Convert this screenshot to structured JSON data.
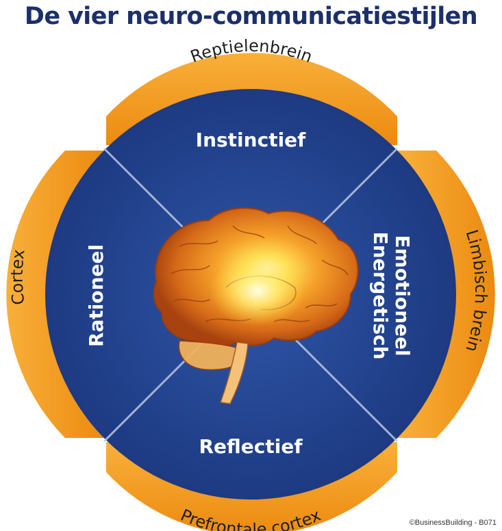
{
  "title": "De vier neuro-communicatiestijlen",
  "copyright": "©BusinessBuilding - B071",
  "colors": {
    "title": "#1b2f6b",
    "disc": "#22418a",
    "orange": "#f39a1c",
    "outer_text": "#1e1e1e"
  },
  "quadrants": {
    "top": "Instinctief",
    "left": "Rationeel",
    "right_line1": "Emotioneel",
    "right_line2": "Energetisch",
    "bottom": "Reflectief"
  },
  "brain_regions": {
    "top": "Reptielenbrein",
    "right": "Limbisch brein",
    "bottom": "Prefrontale cortex",
    "left": "Cortex"
  },
  "center_image": "brain-illustration"
}
